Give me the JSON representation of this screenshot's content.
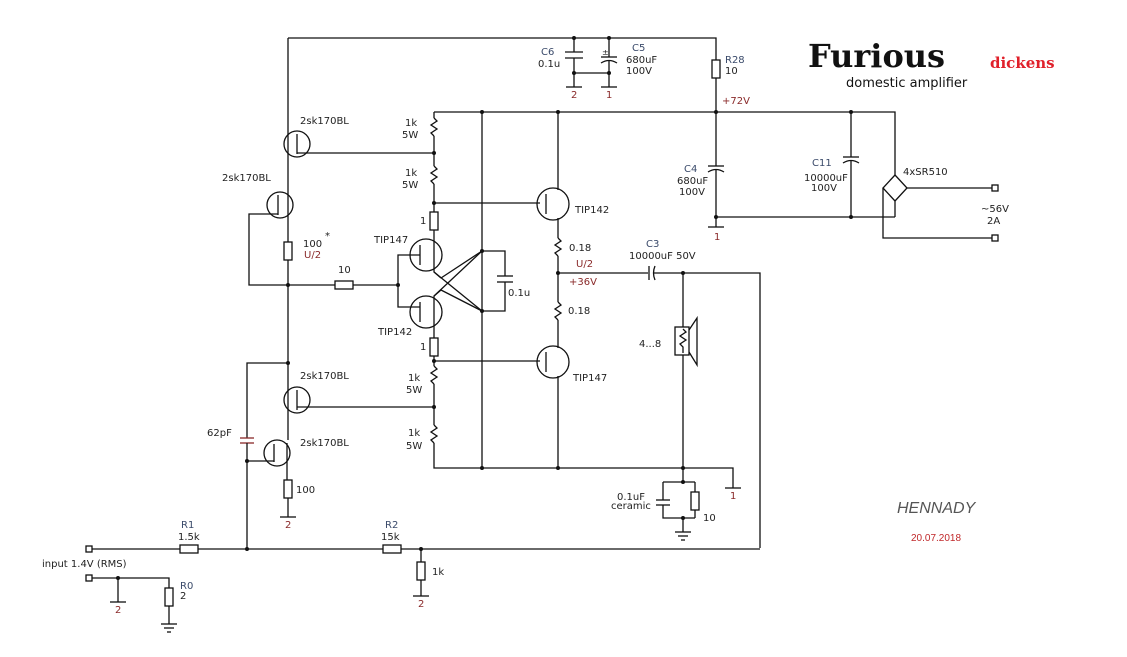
{
  "header": {
    "title": "Furious",
    "title_suffix": "dickens",
    "subtitle": "domestic amplifier"
  },
  "footer": {
    "author": "HENNADY",
    "date": "20.07.2018"
  },
  "colors": {
    "wire": "#111111",
    "net_label": "#8a2a2a",
    "ref_label": "#3a4a6a",
    "brand_red": "#e0202a"
  },
  "components": {
    "c6": {
      "ref": "C6",
      "value": "0.1u"
    },
    "c5": {
      "ref": "C5",
      "value": "680uF",
      "voltage": "100V"
    },
    "r28": {
      "ref": "R28",
      "value": "10"
    },
    "c4": {
      "ref": "C4",
      "value": "680uF",
      "voltage": "100V"
    },
    "c11": {
      "ref": "C11",
      "value": "10000uF",
      "voltage": "100V"
    },
    "bridge": {
      "value": "4xSR510"
    },
    "supply": {
      "voltage": "~56V",
      "current": "2A"
    },
    "q1": {
      "part": "2sk170BL"
    },
    "q2": {
      "part": "2sk170BL"
    },
    "q3": {
      "part": "2sk170BL"
    },
    "q4": {
      "part": "2sk170BL"
    },
    "r_top1": {
      "value": "1k",
      "power": "5W"
    },
    "r_top2": {
      "value": "1k",
      "power": "5W"
    },
    "r_bot1": {
      "value": "1k",
      "power": "5W"
    },
    "r_bot2": {
      "value": "1k",
      "power": "5W"
    },
    "r_b1": {
      "value": "1"
    },
    "r_b2": {
      "value": "1"
    },
    "r100a": {
      "value": "100",
      "mark": "*"
    },
    "r10": {
      "value": "10"
    },
    "qd1": {
      "part": "TIP147"
    },
    "qd2": {
      "part": "TIP142"
    },
    "c_bias": {
      "value": "0.1u"
    },
    "qo1": {
      "part": "TIP142"
    },
    "qo2": {
      "part": "TIP147"
    },
    "re1": {
      "value": "0.18"
    },
    "re2": {
      "value": "0.18"
    },
    "c3": {
      "ref": "C3",
      "value": "10000uF 50V"
    },
    "speaker": {
      "value": "4...8"
    },
    "c62": {
      "value": "62pF"
    },
    "r100b": {
      "value": "100"
    },
    "zobel_c": {
      "value": "0.1uF",
      "type": "ceramic"
    },
    "zobel_r": {
      "value": "10"
    },
    "r1": {
      "ref": "R1",
      "value": "1.5k"
    },
    "r2": {
      "ref": "R2",
      "value": "15k"
    },
    "r1k": {
      "value": "1k"
    },
    "r0": {
      "ref": "R0",
      "value": "2"
    },
    "input": {
      "label": "input 1.4V (RMS)"
    }
  },
  "nets": {
    "plus72": "+72V",
    "half": "U/2",
    "plus36": "+36V",
    "gnd1": "1",
    "gnd2": "2"
  }
}
